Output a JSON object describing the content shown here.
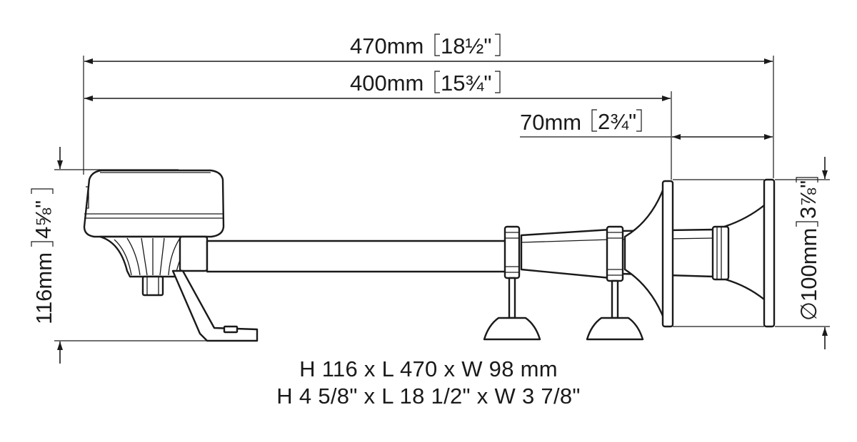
{
  "dimensions": {
    "overall_length": {
      "metric": "470mm",
      "imperial": "18½\""
    },
    "horn_length": {
      "metric": "400mm",
      "imperial": "15¾\""
    },
    "bell_depth": {
      "metric": "70mm",
      "imperial": "2¾\""
    },
    "height": {
      "metric": "116mm",
      "imperial": "4⅝\""
    },
    "bell_diameter": {
      "metric": "∅100mm",
      "imperial": "3⅞\""
    }
  },
  "summary": {
    "metric": "H 116 x L 470 x W 98 mm",
    "imperial": "H 4 5/8\" x L 18 1/2\" x W 3 7/8\""
  }
}
